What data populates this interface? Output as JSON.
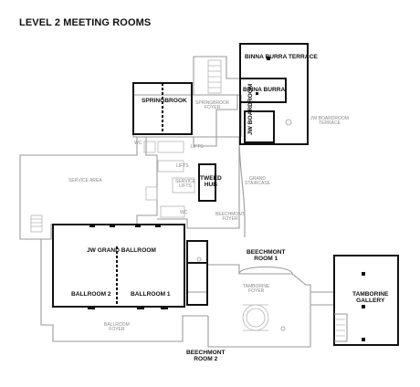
{
  "title": "LEVEL 2 MEETING ROOMS",
  "rooms": {
    "binna_burra_terrace": "BINNA BURRA TERRACE",
    "binna_burra": "BINNA BURRA",
    "springbrook": "SPRINGBROOK",
    "jw_boardroom": "JW BOARDROOM",
    "tweed_hub_line1": "TWEED",
    "tweed_hub_line2": "HUB",
    "jw_grand_ballroom": "JW GRAND BALLROOM",
    "ballroom_2": "BALLROOM 2",
    "ballroom_1": "BALLROOM 1",
    "beechmont_room_1_line1": "BEECHMONT",
    "beechmont_room_1_line2": "ROOM 1",
    "beechmont_room_2_line1": "BEECHMONT",
    "beechmont_room_2_line2": "ROOM 2",
    "tamborine_gallery_line1": "TAMBORINE",
    "tamborine_gallery_line2": "GALLERY"
  },
  "areas": {
    "springbrook_foyer_line1": "SPRINGBROOK",
    "springbrook_foyer_line2": "FOYER",
    "jw_boardroom_terrace_line1": "JW BOARDROOM",
    "jw_boardroom_terrace_line2": "TERRACE",
    "wc_west": "WC",
    "lifts_1": "LIFTS",
    "lifts_2": "LIFTS",
    "service_lifts_line1": "SERVICE",
    "service_lifts_line2": "LIFTS",
    "service_area": "SERVICE AREA",
    "grand_staircase_line1": "GRAND",
    "grand_staircase_line2": "STAIRCASE",
    "wc_south": "WC",
    "beechmont_foyer_line1": "BEECHMONT",
    "beechmont_foyer_line2": "FOYER",
    "tamborine_foyer_line1": "TAMBORINE",
    "tamborine_foyer_line2": "FOYER",
    "ballroom_foyer_line1": "BALLROOM",
    "ballroom_foyer_line2": "FOYER"
  }
}
